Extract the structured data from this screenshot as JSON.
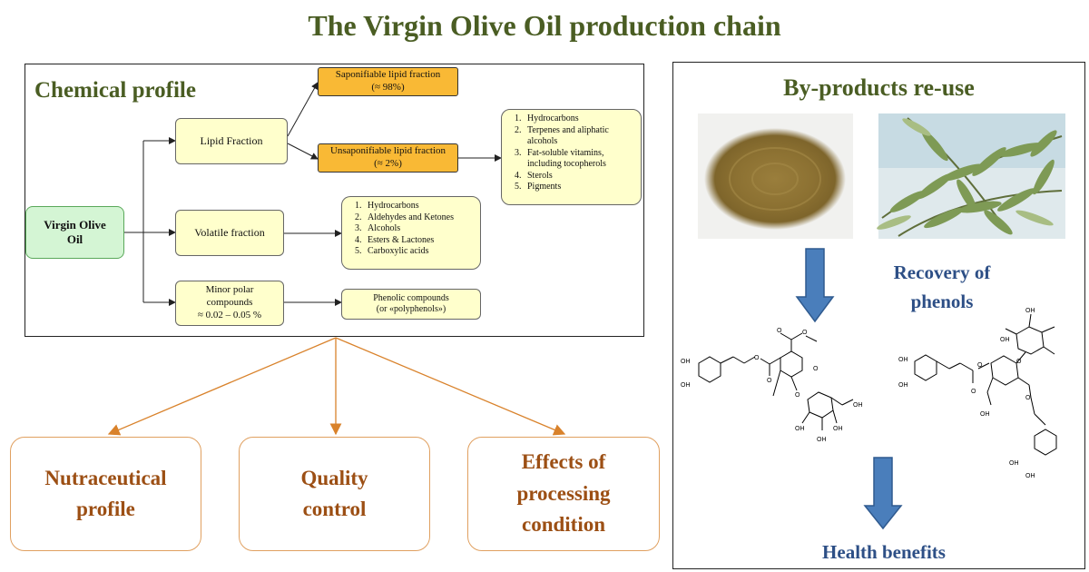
{
  "title": "The Virgin Olive Oil production chain",
  "chemical_profile": {
    "title": "Chemical profile",
    "root": [
      "Virgin Olive",
      "Oil"
    ],
    "lipid": "Lipid Fraction",
    "volatile": "Volatile fraction",
    "minor": [
      "Minor polar",
      "compounds",
      "≈ 0.02 – 0.05 %"
    ],
    "saponifiable": [
      "Saponifiable lipid fraction",
      "(≈ 98%)"
    ],
    "unsaponifiable": [
      "Unsaponifiable lipid fraction",
      "(≈ 2%)"
    ],
    "unsap_list": [
      "Hydrocarbons",
      "Terpenes and aliphatic alcohols",
      "Fat-soluble vitamins, including tocopherols",
      "Sterols",
      "Pigments"
    ],
    "volatile_list": [
      "Hydrocarbons",
      "Aldehydes and Ketones",
      "Alcohols",
      "Esters & Lactones",
      "Carboxylic acids"
    ],
    "phenolic": [
      "Phenolic compounds",
      "(or «polyphenols»)"
    ]
  },
  "outcomes": [
    [
      "Nutraceutical",
      "profile"
    ],
    [
      "Quality",
      "control"
    ],
    [
      "Effects of",
      "processing",
      "condition"
    ]
  ],
  "byproducts": {
    "title": "By-products re-use",
    "recovery": [
      "Recovery of",
      "phenols"
    ],
    "health": "Health benefits",
    "image_names": [
      "olive-leaf-powder",
      "olive-branch-leaves"
    ],
    "molecule_labels": [
      "OH",
      "O"
    ]
  },
  "colors": {
    "title_green": "#4a5d23",
    "outcome_brown": "#9c4f14",
    "arrow_blue": "#4a7ebb",
    "text_blue": "#2d4f86",
    "orange_box": "#f9b935",
    "yellow_box": "#ffffcc",
    "green_box": "#d4f5d4"
  }
}
